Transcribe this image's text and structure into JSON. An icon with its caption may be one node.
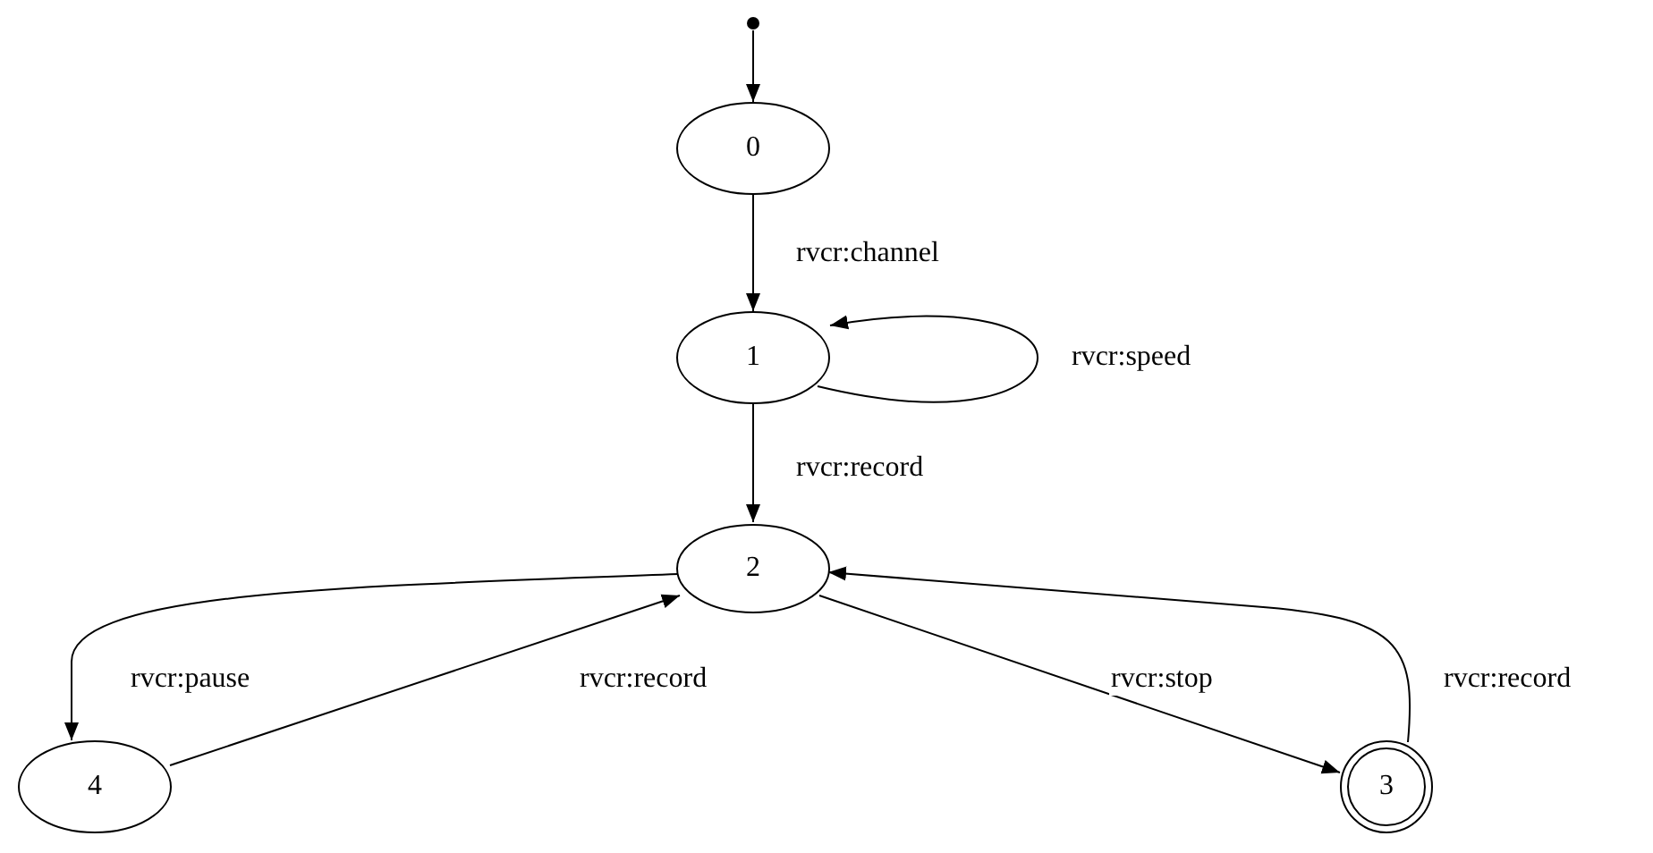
{
  "diagram": {
    "nodes": [
      {
        "text": [],
        "shape": "circle"
      },
      {
        "text": [
          "0"
        ]
      },
      {
        "text": [
          "1"
        ]
      },
      {
        "text": [
          "2"
        ]
      },
      {
        "text": [
          "4"
        ]
      },
      {
        "text": [
          "3"
        ]
      }
    ],
    "edges": [
      {
        "from": 0,
        "to": 1,
        "arrow": "to"
      },
      {
        "from": 1,
        "to": 2,
        "arrow": "to",
        "label": "rvcr:channel"
      },
      {
        "from": 2,
        "to": 2,
        "arrow": "to",
        "label": "rvcr:speed"
      },
      {
        "from": 2,
        "to": 3,
        "arrow": "to",
        "label": "rvcr:record"
      },
      {
        "from": 3,
        "to": 4,
        "arrow": "to",
        "label": "rvcr:pause"
      },
      {
        "from": 4,
        "to": 3,
        "arrow": "to",
        "label": "rvcr:record"
      },
      {
        "from": 3,
        "to": 5,
        "arrow": "to",
        "label": "rvcr:stop"
      },
      {
        "from": 5,
        "to": 3,
        "arrow": "to",
        "label": "rvcr:record"
      }
    ]
  }
}
